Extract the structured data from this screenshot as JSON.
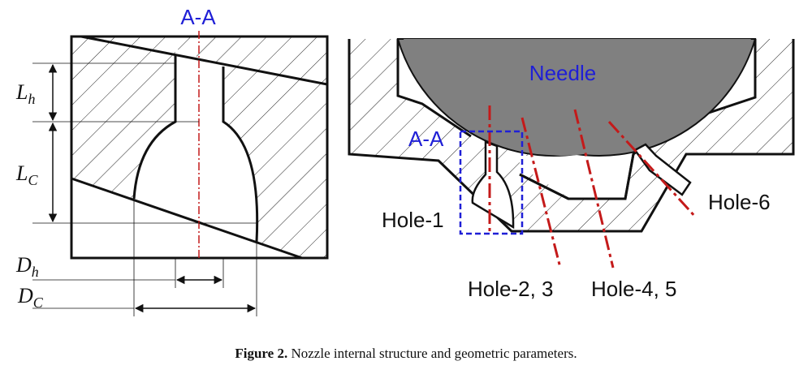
{
  "figure": {
    "caption_label": "Figure 2.",
    "caption_text": "Nozzle internal structure and geometric parameters."
  },
  "left_panel": {
    "section_label": "A-A",
    "dimensions": [
      {
        "symbol": "L",
        "sub": "h"
      },
      {
        "symbol": "L",
        "sub": "C"
      },
      {
        "symbol": "D",
        "sub": "h"
      },
      {
        "symbol": "D",
        "sub": "C"
      }
    ]
  },
  "right_panel": {
    "needle_label": "Needle",
    "section_box_label": "A-A",
    "hole_labels": [
      "Hole-1",
      "Hole-2, 3",
      "Hole-4, 5",
      "Hole-6"
    ]
  },
  "colors": {
    "section_blue": "#1f1fd6",
    "centerline_red": "#c41a1a",
    "needle_gray": "#808080",
    "line_black": "#111111"
  }
}
